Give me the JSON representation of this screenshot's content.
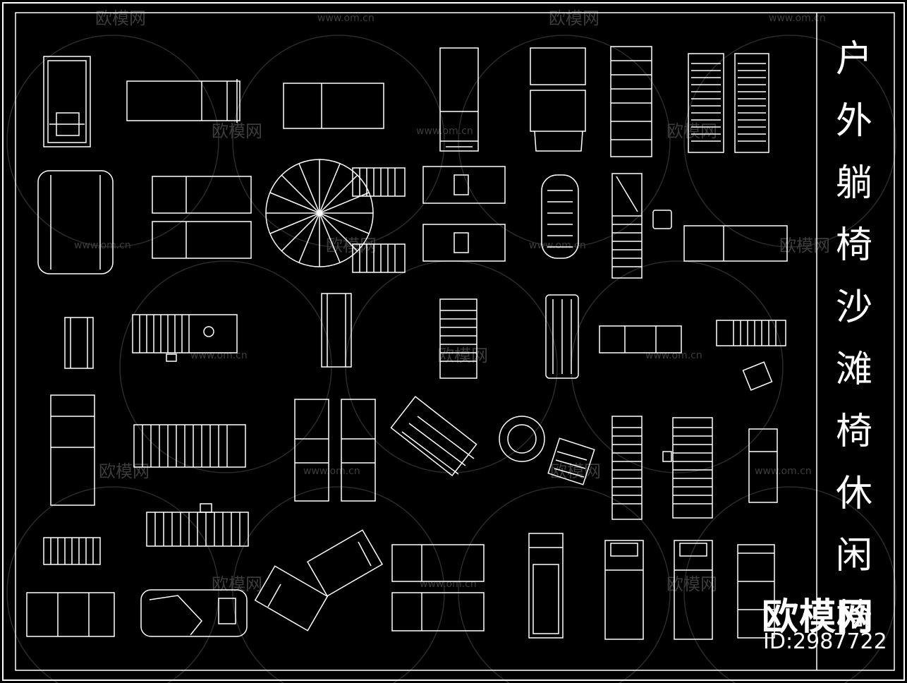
{
  "title": {
    "chars": [
      "户",
      "外",
      "躺",
      "椅",
      "沙",
      "滩",
      "椅",
      "休",
      "闲",
      "椅"
    ]
  },
  "brand": "欧模网",
  "id_label": "ID:2987722",
  "watermark": {
    "logo_text": "欧模网",
    "url_text": "www.om.cn"
  },
  "colors": {
    "background": "#000000",
    "line": "#ffffff",
    "watermark": "#3c3c3c"
  }
}
